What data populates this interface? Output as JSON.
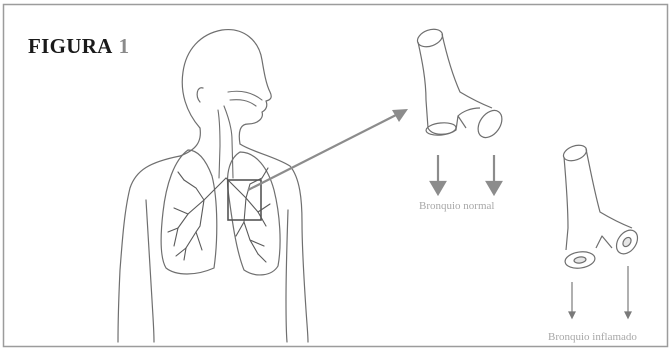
{
  "figure": {
    "label": "FIGURA",
    "number": "1"
  },
  "captions": {
    "normal": "Bronquio normal",
    "inflamed": "Bronquio inflamado"
  },
  "colors": {
    "border": "#9c9c9c",
    "line": "#6f6f6f",
    "arrow": "#8c8c8c"
  }
}
